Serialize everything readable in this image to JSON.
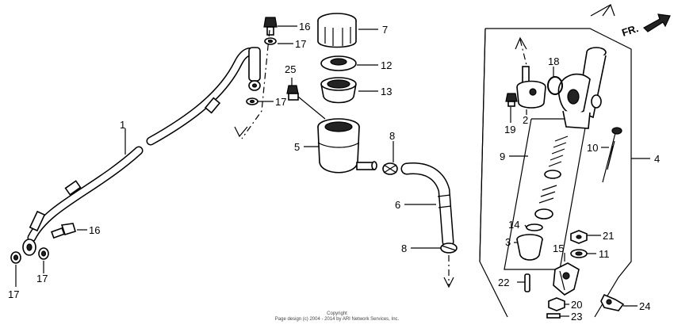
{
  "fr_badge": "FR.",
  "callouts": [
    {
      "id": "c1",
      "text": "1"
    },
    {
      "id": "c2",
      "text": "2"
    },
    {
      "id": "c3",
      "text": "3"
    },
    {
      "id": "c4",
      "text": "4"
    },
    {
      "id": "c5",
      "text": "5"
    },
    {
      "id": "c6",
      "text": "6"
    },
    {
      "id": "c7",
      "text": "7"
    },
    {
      "id": "c8a",
      "text": "8"
    },
    {
      "id": "c8b",
      "text": "8"
    },
    {
      "id": "c9",
      "text": "9"
    },
    {
      "id": "c10",
      "text": "10"
    },
    {
      "id": "c11",
      "text": "11"
    },
    {
      "id": "c12",
      "text": "12"
    },
    {
      "id": "c13",
      "text": "13"
    },
    {
      "id": "c14",
      "text": "14"
    },
    {
      "id": "c15",
      "text": "15"
    },
    {
      "id": "c16a",
      "text": "16"
    },
    {
      "id": "c16b",
      "text": "16"
    },
    {
      "id": "c17a",
      "text": "17"
    },
    {
      "id": "c17b",
      "text": "17"
    },
    {
      "id": "c17c",
      "text": "17"
    },
    {
      "id": "c17d",
      "text": "17"
    },
    {
      "id": "c18",
      "text": "18"
    },
    {
      "id": "c19",
      "text": "19"
    },
    {
      "id": "c20",
      "text": "20"
    },
    {
      "id": "c21",
      "text": "21"
    },
    {
      "id": "c22",
      "text": "22"
    },
    {
      "id": "c23",
      "text": "23"
    },
    {
      "id": "c24",
      "text": "24"
    },
    {
      "id": "c25",
      "text": "25"
    }
  ],
  "copyright": {
    "line1": "Copyright",
    "line2": "Page design (c) 2004 - 2014 by ARI Network Services, Inc."
  }
}
